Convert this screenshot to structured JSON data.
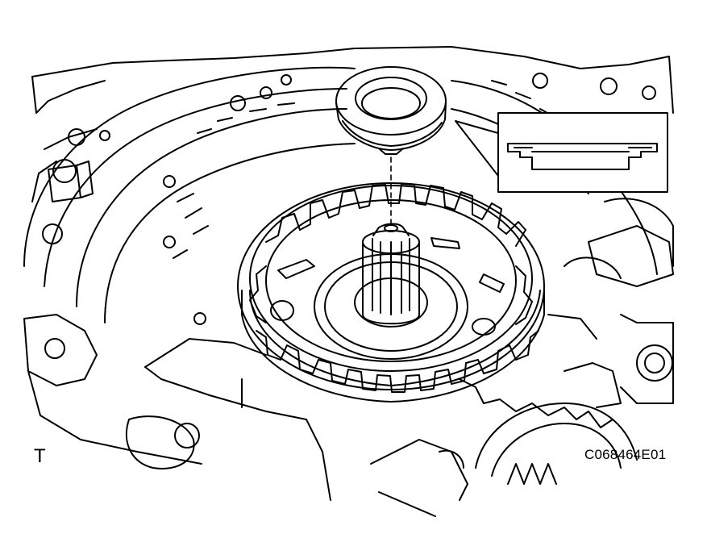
{
  "figure": {
    "orientation_mark": "T",
    "figure_id": "C068464E01"
  },
  "parts": {
    "seal_ring": "seal-ring",
    "inset": "seal-cross-section-inset",
    "gear": "clutch-drum-gear",
    "shaft": "input-shaft",
    "housing": "transaxle-housing"
  },
  "colors": {
    "line": "#000000",
    "background": "#ffffff"
  }
}
